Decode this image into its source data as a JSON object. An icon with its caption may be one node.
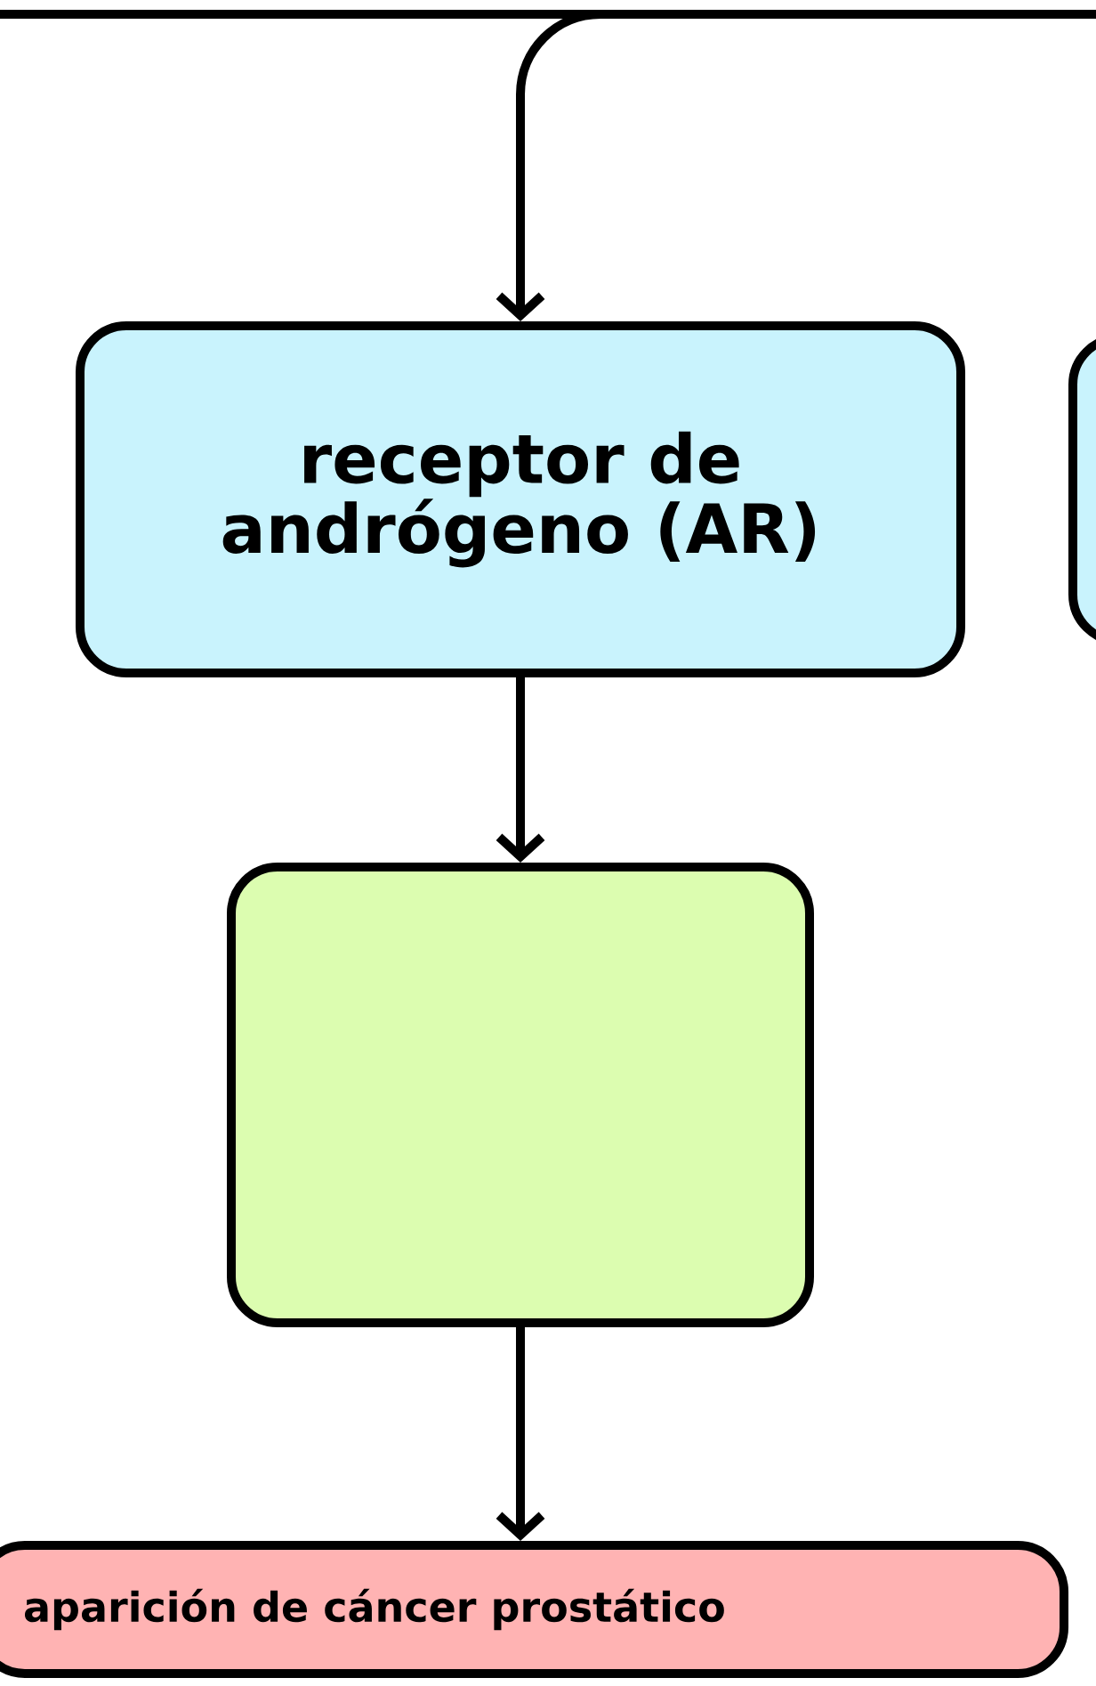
{
  "diagram": {
    "nodes": [
      {
        "text": [
          "receptor de andrógeno (AR)"
        ]
      },
      {
        "text": [],
        "shape": "box"
      },
      {
        "text": [],
        "shape": "box"
      },
      {
        "text": [
          "aparición de cáncer prostático"
        ]
      }
    ],
    "edges": [
      {
        "from": null,
        "to": 0,
        "arrow": "to"
      },
      {
        "from": 0,
        "to": 2,
        "arrow": "to"
      },
      {
        "from": 2,
        "to": 3,
        "arrow": "to"
      }
    ]
  }
}
